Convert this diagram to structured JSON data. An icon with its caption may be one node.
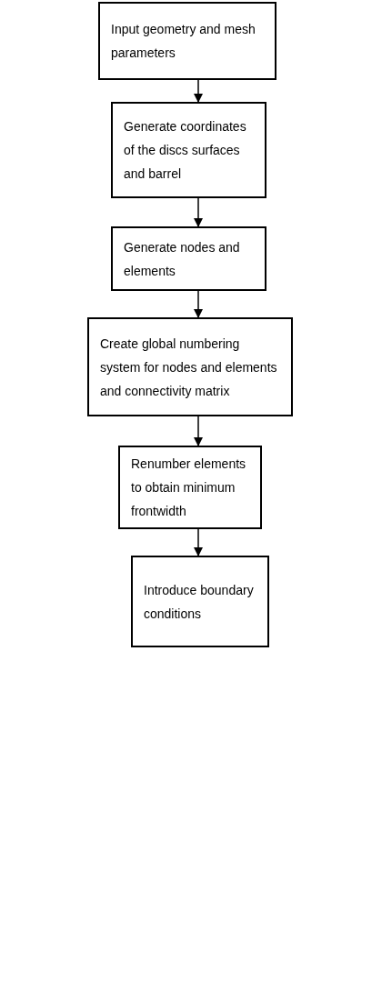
{
  "diagram": {
    "nodes": [
      {
        "text": [
          "Input geometry and mesh parameters"
        ]
      },
      {
        "text": [
          "Generate coordinates of the discs surfaces and barrel"
        ]
      },
      {
        "text": [
          "Generate nodes and elements"
        ]
      },
      {
        "text": [
          "Create global numbering system for nodes and elements and connectivity matrix"
        ]
      },
      {
        "text": [
          "Renumber elements to obtain minimum frontwidth"
        ]
      },
      {
        "text": [
          "Introduce boundary conditions"
        ]
      }
    ],
    "edges": [
      {
        "from": 0,
        "to": 1,
        "arrow": "to"
      },
      {
        "from": 1,
        "to": 2,
        "arrow": "to"
      },
      {
        "from": 2,
        "to": 3,
        "arrow": "to"
      },
      {
        "from": 3,
        "to": 4,
        "arrow": "to"
      },
      {
        "from": 4,
        "to": 5,
        "arrow": "to"
      }
    ]
  }
}
